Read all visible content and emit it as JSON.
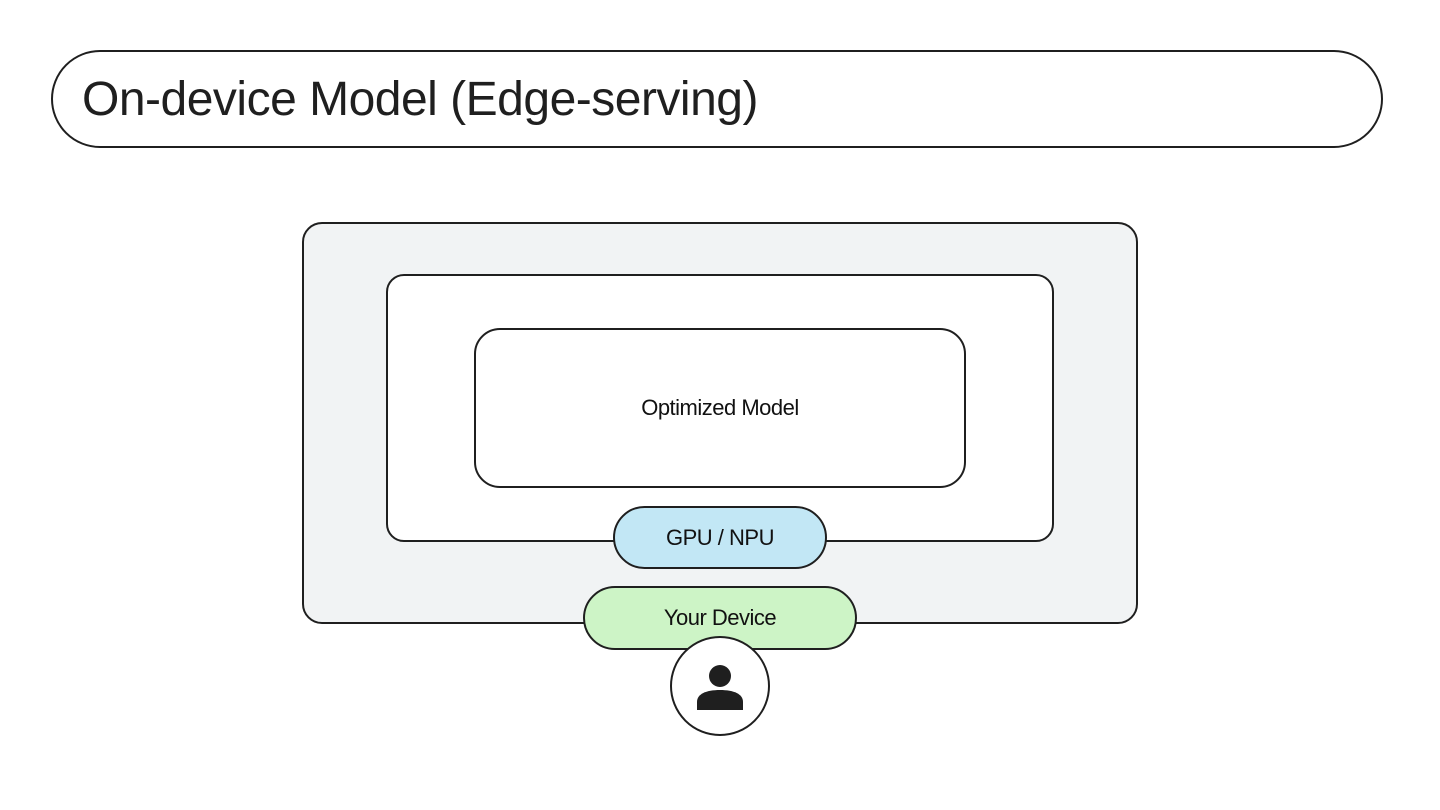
{
  "title": "On-device Model (Edge-serving)",
  "diagram": {
    "model_label": "Optimized Model",
    "hardware_label": "GPU / NPU",
    "device_label": "Your Device",
    "user_icon": "person-icon"
  },
  "colors": {
    "device_fill": "#f1f3f4",
    "hardware_fill": "#c2e7f5",
    "device_pill_fill": "#cdf4c6",
    "stroke": "#1f1f1f"
  }
}
